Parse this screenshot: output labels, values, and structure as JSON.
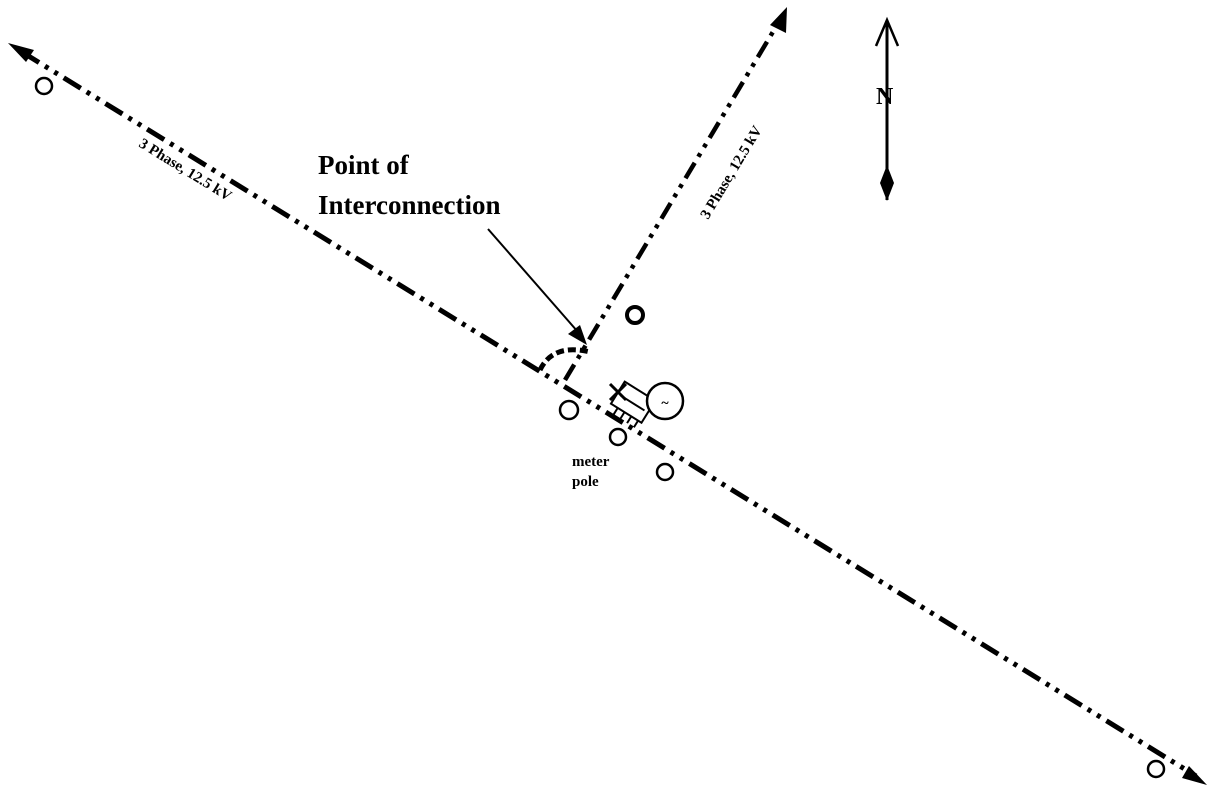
{
  "diagram": {
    "line_label_west": "3 Phase, 12.5 kV",
    "line_label_north": "3 Phase, 12.5 kV",
    "poi_label_line1": "Point of",
    "poi_label_line2": "Interconnection",
    "meter_pole_line1": "meter",
    "meter_pole_line2": "pole",
    "north_label": "N",
    "gen_symbol": "~"
  },
  "colors": {
    "ink": "#000000",
    "background": "#ffffff"
  }
}
